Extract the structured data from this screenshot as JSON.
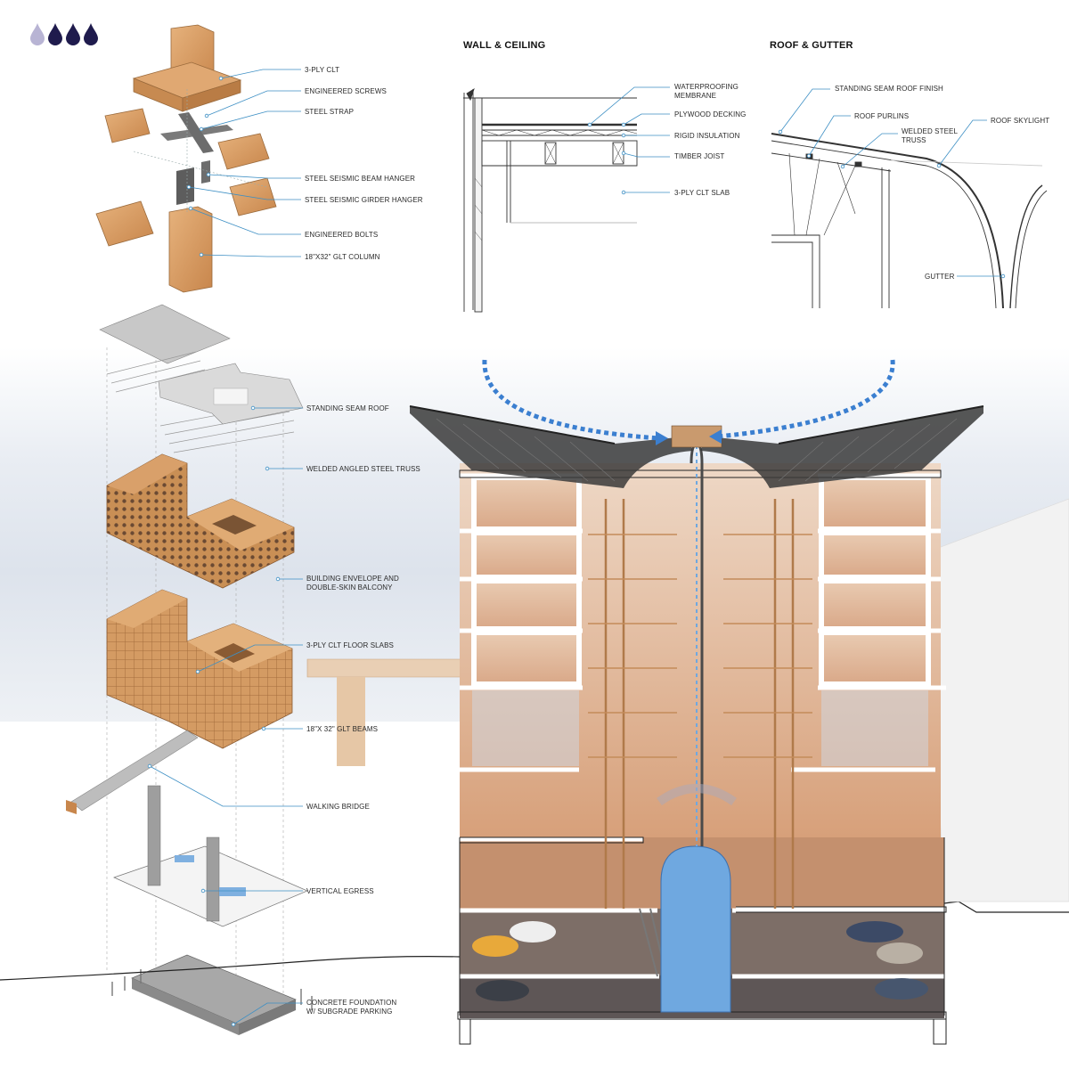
{
  "drops": {
    "total": 4,
    "filled": 3,
    "colors": {
      "light": "#b8b4d4",
      "dark": "#1f1b4d"
    }
  },
  "joint_labels": [
    "3-PLY CLT",
    "ENGINEERED SCREWS",
    "STEEL STRAP",
    "STEEL SEISMIC BEAM HANGER",
    "STEEL SEISMIC GIRDER HANGER",
    "ENGINEERED BOLTS",
    "18\"X32\" GLT COLUMN"
  ],
  "wall_ceiling": {
    "title": "WALL & CEILING",
    "labels": [
      "WATERPROOFING MEMBRANE",
      "PLYWOOD DECKING",
      "RIGID INSULATION",
      "TIMBER JOIST",
      "3-PLY CLT SLAB"
    ]
  },
  "roof_gutter": {
    "title": "ROOF & GUTTER",
    "labels": [
      "STANDING SEAM ROOF FINISH",
      "ROOF PURLINS",
      "WELDED STEEL TRUSS",
      "ROOF SKYLIGHT",
      "GUTTER"
    ]
  },
  "exploded_labels": [
    "STANDING SEAM ROOF",
    "WELDED ANGLED STEEL TRUSS",
    "BUILDING ENVELOPE AND DOUBLE-SKIN BALCONY",
    "3-PLY CLT FLOOR SLABS",
    "18\"x 32\" GLT BEAMS",
    "WALKING BRIDGE",
    "VERTICAL EGRESS",
    "CONCRETE FOUNDATION w/ SUBGRADE PARKING"
  ],
  "colors": {
    "timber": "#d9a06a",
    "timber_dark": "#b87a45",
    "leader": "#3d8fc4",
    "airflow": "#3b7fd0",
    "water": "#6fa8e0"
  }
}
